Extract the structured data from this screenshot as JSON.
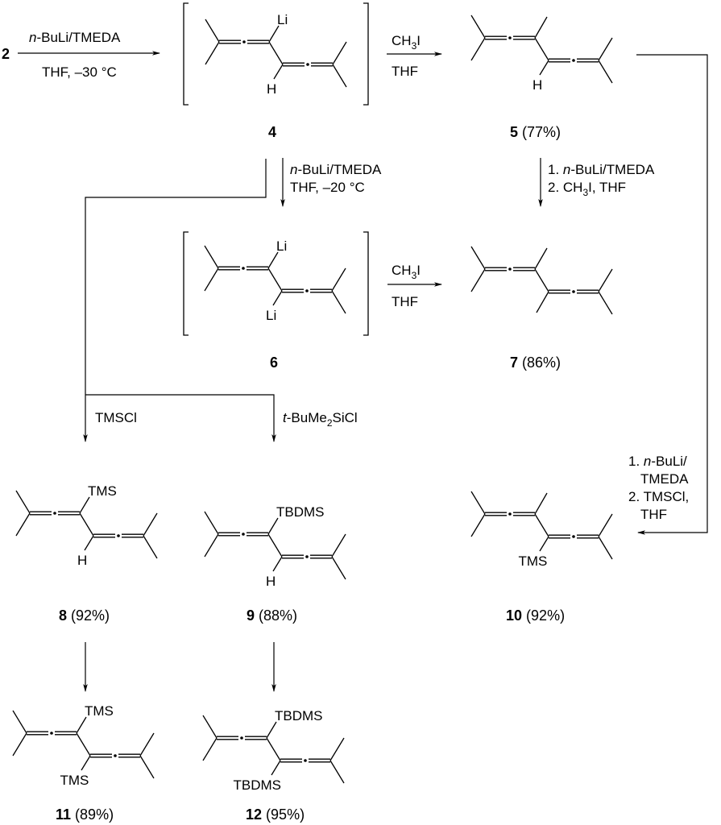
{
  "scheme": {
    "start_compound": "2",
    "step_2_to_4": {
      "reagent_top_italic": "n",
      "reagent_top": "-BuLi/TMEDA",
      "reagent_bottom": "THF, –30 °C"
    },
    "step_4_to_5": {
      "reagent_top": "CH",
      "reagent_top_sub": "3",
      "reagent_top_end": "I",
      "reagent_bottom": "THF"
    },
    "step_4_to_6": {
      "line1_italic": "n",
      "line1": "-BuLi/TMEDA",
      "line2": "THF, –20 °C"
    },
    "step_5_to_7": {
      "line1_prefix": "1. ",
      "line1_italic": "n",
      "line1": "-BuLi/TMEDA",
      "line2_prefix": "2. CH",
      "line2_sub": "3",
      "line2_end": "I, THF"
    },
    "step_6_to_7": {
      "reagent_top": "CH",
      "reagent_top_sub": "3",
      "reagent_top_end": "I",
      "reagent_bottom": "THF"
    },
    "step_to_8": {
      "reagent": "TMSCl"
    },
    "step_to_9": {
      "reagent_italic": "t",
      "reagent": "-BuMe",
      "reagent_sub": "2",
      "reagent_end": "SiCl"
    },
    "step_5_to_10": {
      "line1_prefix": "1. ",
      "line1_italic": "n",
      "line1": "-BuLi/",
      "line2": "TMEDA",
      "line3": "2. TMSCl,",
      "line4": "THF"
    },
    "compounds": [
      {
        "id": "4",
        "yield": "",
        "substituent_top": "Li",
        "substituent_bottom": "H",
        "bracketed": true
      },
      {
        "id": "5",
        "yield": "(77%)",
        "substituent_top": "",
        "substituent_bottom": "H",
        "bracketed": false
      },
      {
        "id": "6",
        "yield": "",
        "substituent_top": "Li",
        "substituent_bottom": "Li",
        "bracketed": true
      },
      {
        "id": "7",
        "yield": "(86%)",
        "substituent_top": "",
        "substituent_bottom": "",
        "bracketed": false
      },
      {
        "id": "8",
        "yield": "(92%)",
        "substituent_top": "TMS",
        "substituent_bottom": "H",
        "bracketed": false
      },
      {
        "id": "9",
        "yield": "(88%)",
        "substituent_top": "TBDMS",
        "substituent_bottom": "H",
        "bracketed": false
      },
      {
        "id": "10",
        "yield": "(92%)",
        "substituent_top": "",
        "substituent_bottom": "TMS",
        "bracketed": false
      },
      {
        "id": "11",
        "yield": "(89%)",
        "substituent_top": "TMS",
        "substituent_bottom": "TMS",
        "bracketed": false
      },
      {
        "id": "12",
        "yield": "(95%)",
        "substituent_top": "TBDMS",
        "substituent_bottom": "TBDMS",
        "bracketed": false
      }
    ]
  }
}
